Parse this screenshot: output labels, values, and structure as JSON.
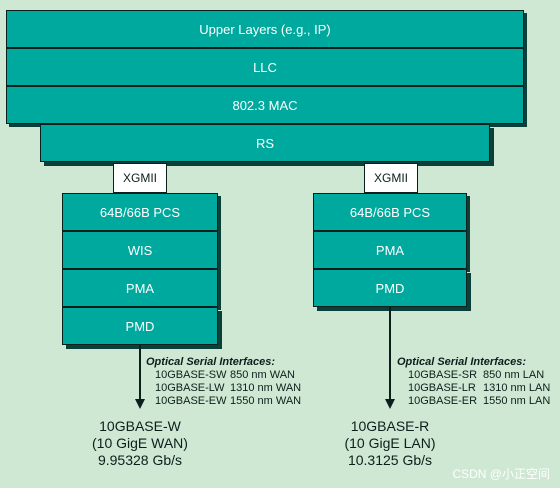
{
  "top_stack": {
    "upper_layers": "Upper Layers (e.g., IP)",
    "llc": "LLC",
    "mac": "802.3 MAC",
    "rs": "RS"
  },
  "left": {
    "xgmii": "XGMII",
    "pcs": "64B/66B PCS",
    "wis": "WIS",
    "pma": "PMA",
    "pmd": "PMD",
    "interfaces_title": "Optical Serial Interfaces:",
    "interfaces": [
      {
        "name": "10GBASE-SW",
        "spec": "850 nm WAN"
      },
      {
        "name": "10GBASE-LW",
        "spec": "1310 nm WAN"
      },
      {
        "name": "10GBASE-EW",
        "spec": "1550 nm WAN"
      }
    ],
    "result": [
      "10GBASE-W",
      "(10 GigE WAN)",
      "9.95328 Gb/s"
    ]
  },
  "right": {
    "xgmii": "XGMII",
    "pcs": "64B/66B PCS",
    "pma": "PMA",
    "pmd": "PMD",
    "interfaces_title": "Optical Serial Interfaces:",
    "interfaces": [
      {
        "name": "10GBASE-SR",
        "spec": "850 nm LAN"
      },
      {
        "name": "10GBASE-LR",
        "spec": "1310 nm LAN"
      },
      {
        "name": "10GBASE-ER",
        "spec": "1550 nm LAN"
      }
    ],
    "result": [
      "10GBASE-R",
      "(10 GigE LAN)",
      "10.3125 Gb/s"
    ]
  },
  "watermark": "CSDN @小正空间",
  "colors": {
    "teal": "#00a99d",
    "background": "#cfe8d3",
    "outline": "#0b1f1c"
  }
}
